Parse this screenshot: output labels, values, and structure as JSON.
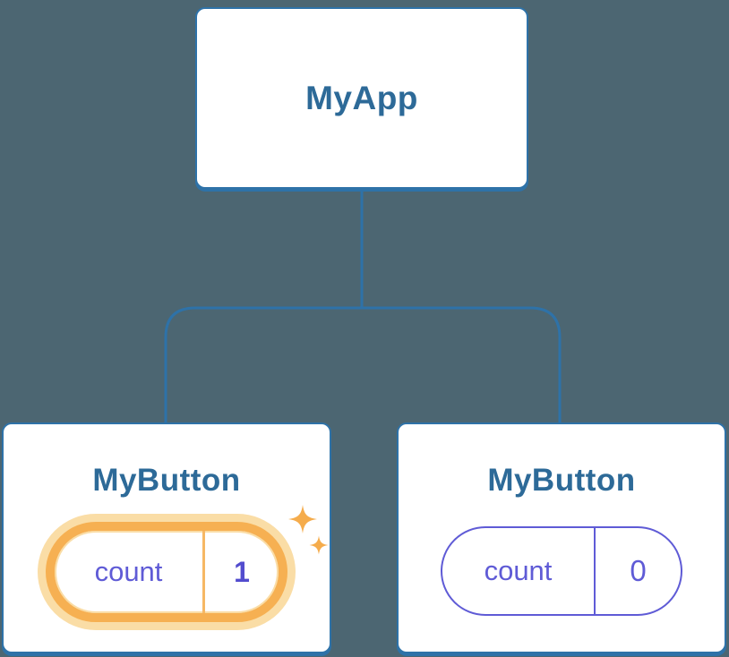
{
  "diagram": {
    "root": {
      "title": "MyApp"
    },
    "children": [
      {
        "title": "MyButton",
        "pill": {
          "label": "count",
          "value": "1"
        },
        "highlighted": true
      },
      {
        "title": "MyButton",
        "pill": {
          "label": "count",
          "value": "0"
        },
        "highlighted": false
      }
    ]
  },
  "colors": {
    "background": "#4C6672",
    "node_bg": "#FFFFFF",
    "node_border": "#2E72A8",
    "connector": "#2E72A8",
    "title_text": "#2D6A98",
    "purple": "#5F5BD6",
    "purple_bold": "#524CCE",
    "orange": "#F6B052",
    "orange_halo": "#FADDA6",
    "orange_divider": "#F6B865",
    "sparkle": "#F5AC4C"
  }
}
